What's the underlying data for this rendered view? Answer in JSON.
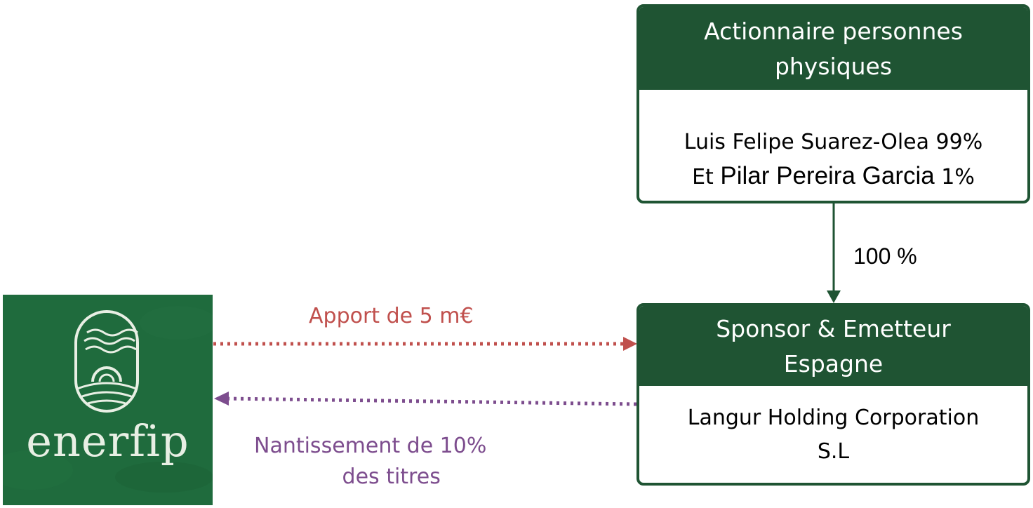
{
  "shareholders": {
    "title_line1": "Actionnaire personnes",
    "title_line2": "physiques",
    "owner_line1": "Luis Felipe Suarez-Olea 99%",
    "owner_line2_prefix": "Et",
    "owner_line2_name": "Pilar Pereira Garcia",
    "owner_line2_pct": "1%"
  },
  "ownership_link": {
    "label": "100 %"
  },
  "issuer": {
    "title_line1": "Sponsor & Emetteur",
    "title_line2": "Espagne",
    "name_line1": "Langur Holding Corporation",
    "name_line2": "S.L"
  },
  "platform": {
    "logo_text": "enerfip",
    "logo_color": "#1f6b3d"
  },
  "flows": {
    "contribution": {
      "label": "Apport de 5 m€",
      "color": "#c0504d"
    },
    "pledge": {
      "label_line1": "Nantissement de 10%",
      "label_line2": "des titres",
      "color": "#7d4d8e"
    }
  },
  "colors": {
    "box_green": "#1f5433"
  }
}
